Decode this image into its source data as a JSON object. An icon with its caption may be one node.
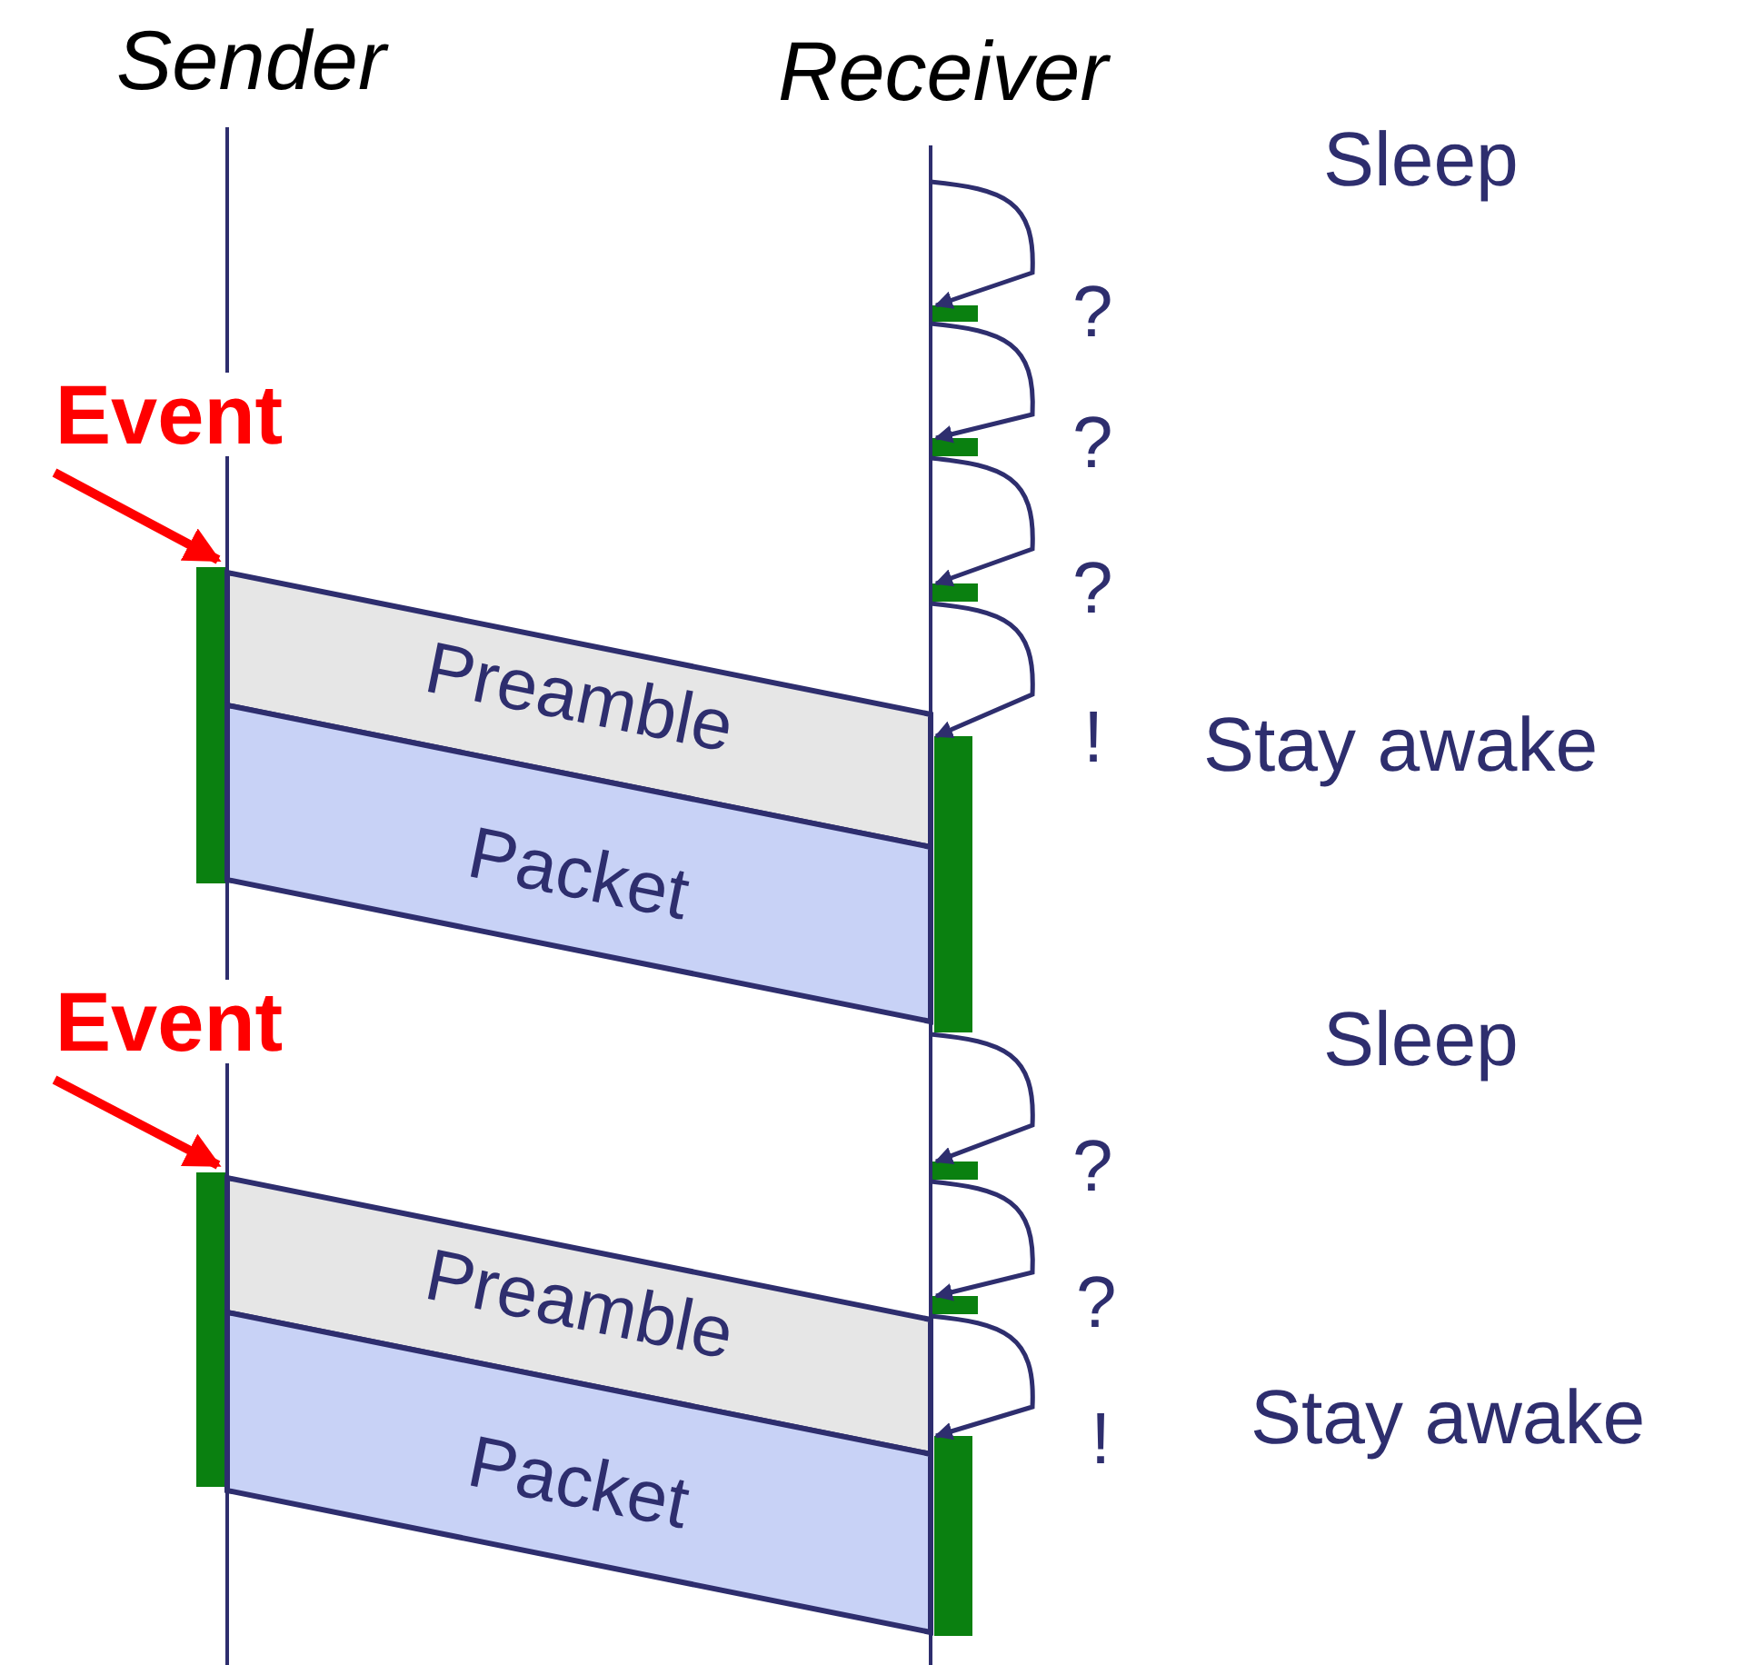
{
  "diagram": {
    "nodes": [
      {
        "text": [
          "Event"
        ]
      },
      {
        "text": [],
        "shape": "bar"
      },
      {
        "text": [
          "Preamble"
        ]
      },
      {
        "text": [
          "Packet"
        ]
      },
      {
        "text": [],
        "shape": "bar"
      },
      {
        "text": [],
        "shape": "bar"
      },
      {
        "text": [],
        "shape": "bar"
      },
      {
        "text": [],
        "shape": "bar"
      },
      {
        "text": [
          "Event"
        ]
      },
      {
        "text": [],
        "shape": "bar"
      },
      {
        "text": [
          "Preamble"
        ]
      },
      {
        "text": [
          "Packet"
        ]
      },
      {
        "text": [],
        "shape": "bar"
      },
      {
        "text": [],
        "shape": "bar"
      },
      {
        "text": [],
        "shape": "bar"
      }
    ],
    "edges": [
      {
        "from": 0,
        "to": 1,
        "arrow": "to",
        "style": "thick",
        "color": "#ff0000"
      },
      {
        "from": null,
        "to": 4,
        "arrow": "to"
      },
      {
        "from": 4,
        "to": 5,
        "arrow": "to"
      },
      {
        "from": 5,
        "to": 6,
        "arrow": "to"
      },
      {
        "from": 6,
        "to": 7,
        "arrow": "to"
      },
      {
        "from": 7,
        "to": 12,
        "arrow": "to"
      },
      {
        "from": 12,
        "to": 13,
        "arrow": "to"
      },
      {
        "from": 13,
        "to": 14,
        "arrow": "to"
      },
      {
        "from": 8,
        "to": 9,
        "arrow": "to",
        "style": "thick",
        "color": "#ff0000"
      }
    ],
    "labels": [
      "Sender",
      "Receiver",
      "Sleep",
      "?",
      "?",
      "?",
      "!",
      "Stay awake",
      "Sleep",
      "?",
      "?",
      "!",
      "Stay awake"
    ]
  }
}
